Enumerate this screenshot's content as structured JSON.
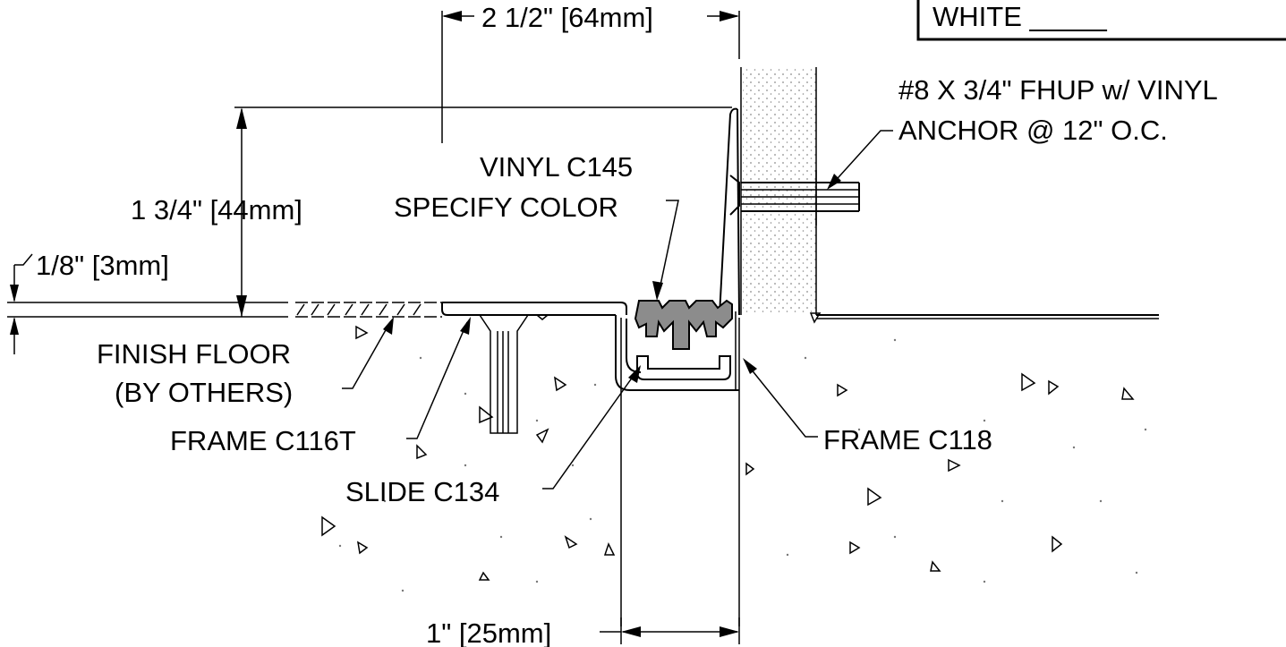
{
  "title_block": {
    "label": "WHITE _____"
  },
  "dimensions": {
    "top_width": "2 1/2\" [64mm]",
    "height": "1 3/4\" [44mm]",
    "floor_thickness": "1/8\" [3mm]",
    "bottom_width": "1\" [25mm]"
  },
  "callouts": {
    "fastener_line1": "#8 X 3/4\" FHUP w/ VINYL",
    "fastener_line2": "ANCHOR @ 12\" O.C.",
    "vinyl_line1": "VINYL C145",
    "vinyl_line2": "SPECIFY COLOR",
    "finish_floor_line1": "FINISH FLOOR",
    "finish_floor_line2": "(BY OTHERS)",
    "frame_left": "FRAME C116T",
    "slide": "SLIDE C134",
    "frame_right": "FRAME C118"
  },
  "colors": {
    "line": "#000000",
    "vinyl_fill": "#8c8c8c",
    "stipple": "#9a9a9a"
  }
}
